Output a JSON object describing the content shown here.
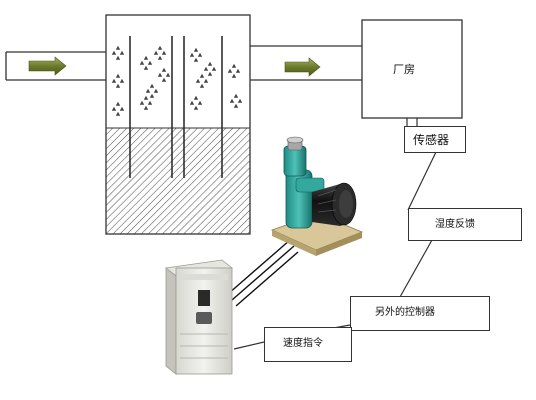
{
  "labels": {
    "factory": "厂房",
    "sensor": "传感器",
    "humidity_feedback": "湿度反馈",
    "other_controller": "另外的控制器",
    "speed_command": "速度指令"
  }
}
